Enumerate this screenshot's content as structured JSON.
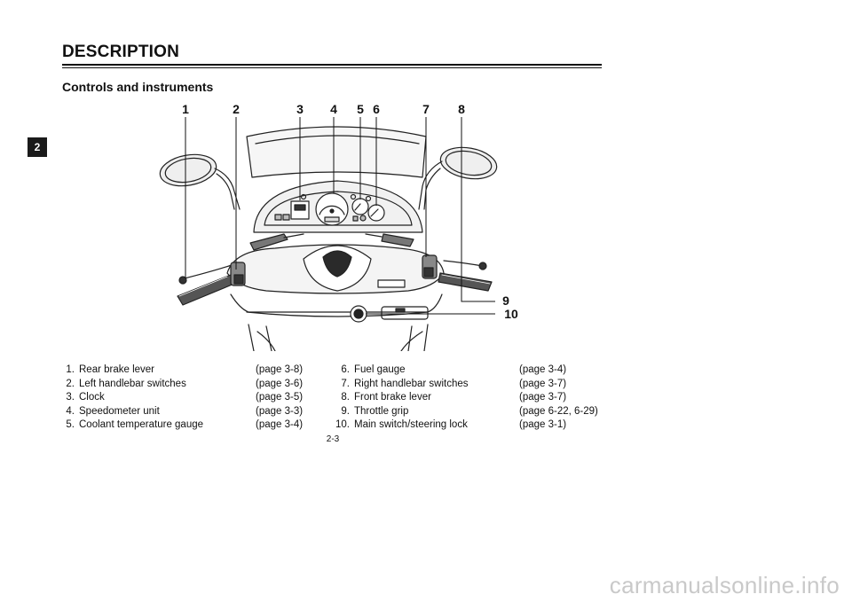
{
  "chapter_tab": "2",
  "header": {
    "title": "DESCRIPTION"
  },
  "subheading": "Controls and instruments",
  "figure": {
    "callouts": [
      "1",
      "2",
      "3",
      "4",
      "5",
      "6",
      "7",
      "8",
      "9",
      "10"
    ]
  },
  "legend": {
    "left": [
      {
        "num": "1.",
        "label": "Rear brake lever",
        "page": "(page 3-8)"
      },
      {
        "num": "2.",
        "label": "Left handlebar switches",
        "page": "(page 3-6)"
      },
      {
        "num": "3.",
        "label": "Clock",
        "page": "(page 3-5)"
      },
      {
        "num": "4.",
        "label": "Speedometer unit",
        "page": "(page 3-3)"
      },
      {
        "num": "5.",
        "label": "Coolant temperature gauge",
        "page": "(page 3-4)"
      }
    ],
    "right": [
      {
        "num": "6.",
        "label": "Fuel gauge",
        "page": "(page 3-4)"
      },
      {
        "num": "7.",
        "label": "Right handlebar switches",
        "page": "(page 3-7)"
      },
      {
        "num": "8.",
        "label": "Front brake lever",
        "page": "(page 3-7)"
      },
      {
        "num": "9.",
        "label": "Throttle grip",
        "page": "(page 6-22, 6-29)"
      },
      {
        "num": "10.",
        "label": "Main switch/steering lock",
        "page": "(page 3-1)"
      }
    ]
  },
  "page_number": "2-3",
  "watermark": "carmanualsonline.info"
}
